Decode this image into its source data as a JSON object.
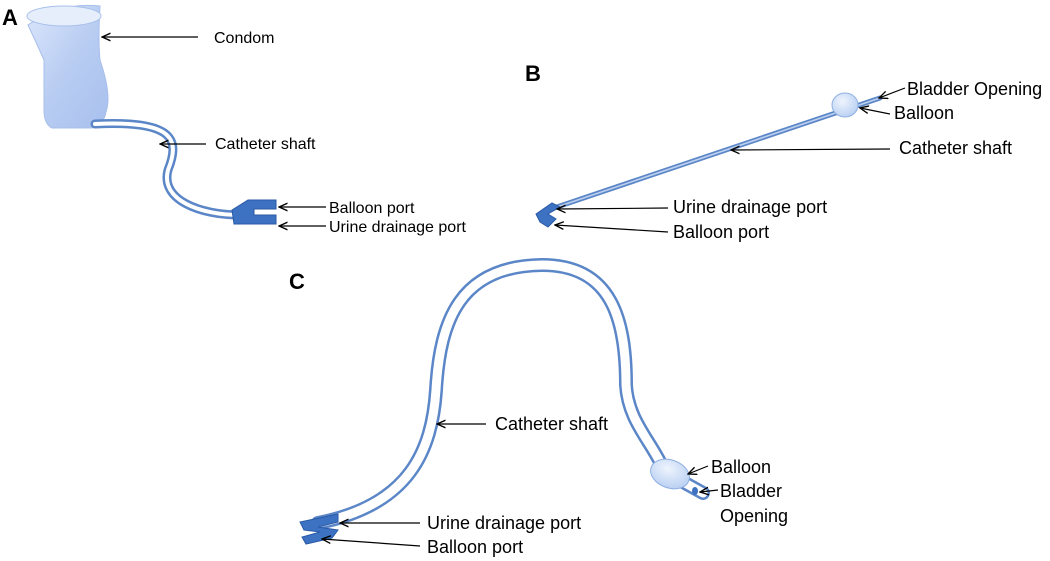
{
  "panels": {
    "a": {
      "letter": "A",
      "labels": {
        "condom": "Condom",
        "shaft": "Catheter shaft",
        "balloon_port": "Balloon port",
        "urine_port": "Urine drainage port"
      }
    },
    "b": {
      "letter": "B",
      "labels": {
        "bladder_opening": "Bladder Opening",
        "balloon": "Balloon",
        "shaft": "Catheter shaft",
        "urine_port": "Urine drainage port",
        "balloon_port": "Balloon port"
      }
    },
    "c": {
      "letter": "C",
      "labels": {
        "shaft": "Catheter shaft",
        "balloon": "Balloon",
        "bladder_line1": "Bladder",
        "bladder_line2": "Opening",
        "urine_port": "Urine drainage port",
        "balloon_port": "Balloon port"
      }
    }
  },
  "colors": {
    "tube_outline": "#5b86c7",
    "tube_fill": "#ffffff",
    "condom_fill": "#b9cdf2",
    "condom_edge": "#9fb8e8",
    "port_fill": "#3d72c2",
    "balloon_fill": "#cfe0f7",
    "text": "#000000"
  }
}
